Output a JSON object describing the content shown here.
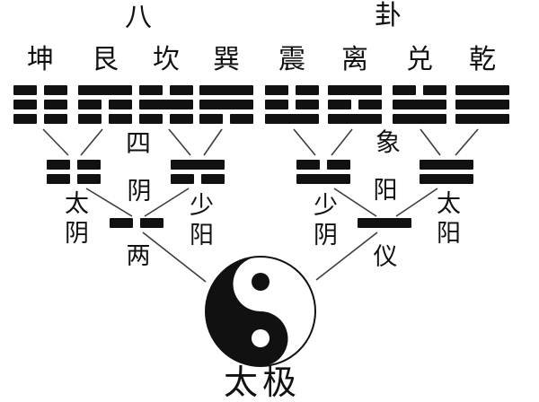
{
  "title": {
    "left_char": "八",
    "right_char": "卦"
  },
  "level_labels": {
    "four_images_left": "四",
    "four_images_right": "象",
    "two_forms_left": "两",
    "two_forms_right": "仪",
    "taiji": "太极"
  },
  "trigrams": [
    {
      "name": "坤",
      "lines": [
        "broken",
        "broken",
        "broken"
      ]
    },
    {
      "name": "艮",
      "lines": [
        "solid",
        "broken",
        "broken"
      ]
    },
    {
      "name": "坎",
      "lines": [
        "broken",
        "solid",
        "broken"
      ]
    },
    {
      "name": "巽",
      "lines": [
        "solid",
        "solid",
        "broken"
      ]
    },
    {
      "name": "震",
      "lines": [
        "broken",
        "broken",
        "solid"
      ]
    },
    {
      "name": "离",
      "lines": [
        "solid",
        "broken",
        "solid"
      ]
    },
    {
      "name": "兑",
      "lines": [
        "broken",
        "solid",
        "solid"
      ]
    },
    {
      "name": "乾",
      "lines": [
        "solid",
        "solid",
        "solid"
      ]
    }
  ],
  "four_images": [
    {
      "name": "太阴",
      "lines": [
        "broken",
        "broken"
      ]
    },
    {
      "name": "少阳",
      "lines": [
        "solid",
        "broken"
      ]
    },
    {
      "name": "少阴",
      "lines": [
        "broken",
        "solid"
      ]
    },
    {
      "name": "太阳",
      "lines": [
        "solid",
        "solid"
      ]
    }
  ],
  "two_forms": [
    {
      "name": "阴",
      "lines": [
        "broken"
      ]
    },
    {
      "name": "阳",
      "lines": [
        "solid"
      ]
    }
  ],
  "colors": {
    "ink": "#111111",
    "connector": "#3c3c3c",
    "background": "#ffffff"
  }
}
